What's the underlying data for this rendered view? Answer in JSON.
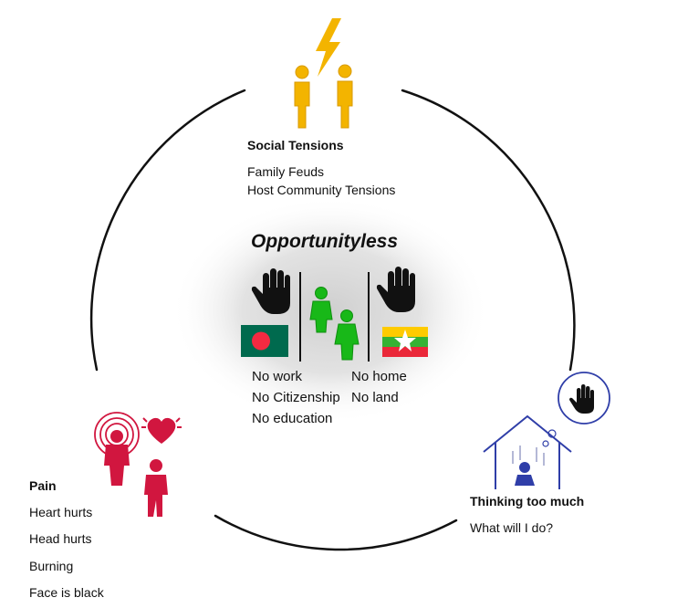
{
  "center": {
    "title": "Opportunityless",
    "left_items": [
      "No work",
      "No Citizenship",
      "No education"
    ],
    "right_items": [
      "No home",
      "No land"
    ]
  },
  "social_tensions": {
    "heading": "Social Tensions",
    "items": [
      "Family Feuds",
      "Host Community Tensions"
    ]
  },
  "pain": {
    "heading": "Pain",
    "items": [
      "Heart hurts",
      "Head hurts",
      "Burning",
      "Face is black"
    ]
  },
  "thinking": {
    "heading": "Thinking too much",
    "items": [
      "What will I do?"
    ]
  },
  "colors": {
    "tension_yellow": "#f3b400",
    "pain_red": "#d1163f",
    "family_green": "#18b818",
    "thinking_blue": "#2f3ea8",
    "circle_line": "#111111"
  },
  "icons": [
    "lightning-icon",
    "people-icon",
    "raised-hand-icon",
    "bangladesh-flag-icon",
    "myanmar-flag-icon",
    "hurting-person-icon",
    "heart-icon",
    "house-icon",
    "thought-bubble-icon"
  ]
}
